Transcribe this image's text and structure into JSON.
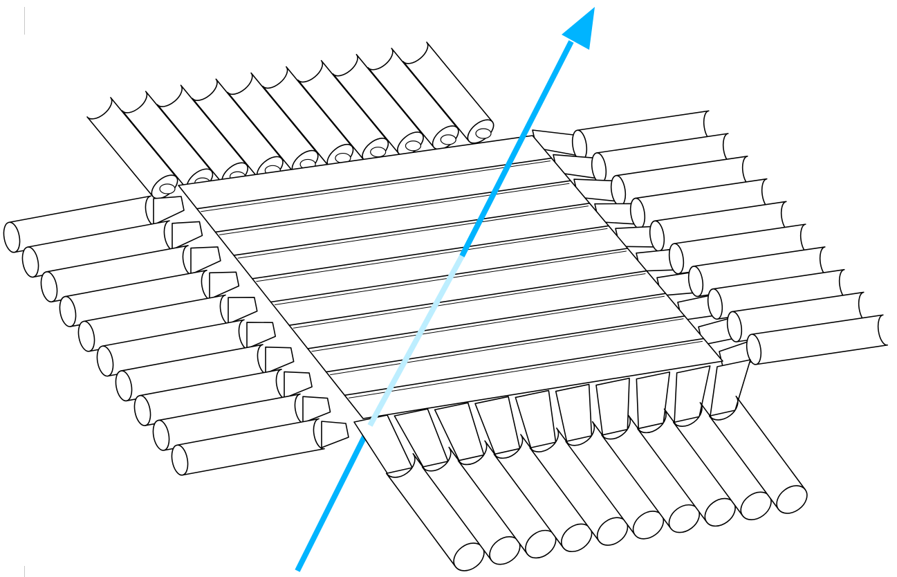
{
  "diagram": {
    "title": "",
    "description_labels": [],
    "colors": {
      "line": "#000000",
      "fill": "#ffffff",
      "track": "#00b4ff",
      "track_faded": "#bdeeff"
    },
    "layers": [
      {
        "name": "left-readout-fibers",
        "count": 10
      },
      {
        "name": "right-readout-fibers",
        "count": 10
      },
      {
        "name": "top-readout-fibers",
        "count": 10
      },
      {
        "name": "bottom-readout-fibers",
        "count": 10
      },
      {
        "name": "scintillator-bars",
        "count": 10
      }
    ],
    "track": {
      "icon": "particle-track-arrow"
    }
  }
}
